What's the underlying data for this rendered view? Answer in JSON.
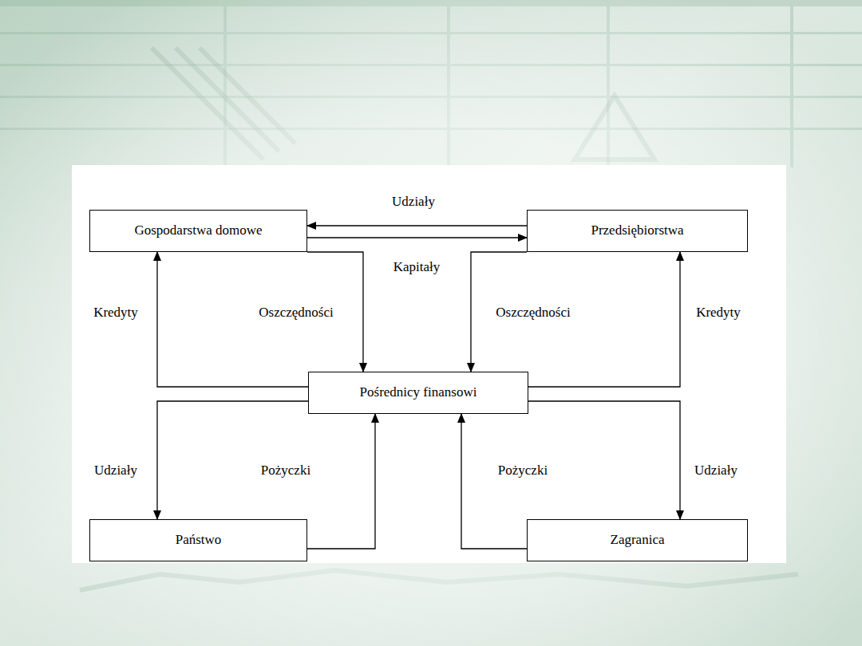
{
  "diagram": {
    "nodes": [
      {
        "text": [
          "Gospodarstwa domowe"
        ]
      },
      {
        "text": [
          "Przedsiębiorstwa"
        ]
      },
      {
        "text": [
          "Pośrednicy finansowi"
        ]
      },
      {
        "text": [
          "Państwo"
        ]
      },
      {
        "text": [
          "Zagranica"
        ]
      }
    ],
    "edges": [
      {
        "from": 1,
        "to": 0,
        "label": "Udziały",
        "arrow": "to"
      },
      {
        "from": 0,
        "to": 1,
        "label": "Kapitały",
        "arrow": "to"
      },
      {
        "from": 0,
        "to": 2,
        "label": "Oszczędności",
        "arrow": "to"
      },
      {
        "from": 1,
        "to": 2,
        "label": "Oszczędności",
        "arrow": "to"
      },
      {
        "from": 2,
        "to": 0,
        "label": "Kredyty",
        "arrow": "to"
      },
      {
        "from": 2,
        "to": 1,
        "label": "Kredyty",
        "arrow": "to"
      },
      {
        "from": 2,
        "to": 3,
        "label": "Udziały",
        "arrow": "to"
      },
      {
        "from": 3,
        "to": 2,
        "label": "Pożyczki",
        "arrow": "to"
      },
      {
        "from": 4,
        "to": 2,
        "label": "Pożyczki",
        "arrow": "to"
      },
      {
        "from": 2,
        "to": 4,
        "label": "Udziały",
        "arrow": "to"
      }
    ]
  }
}
